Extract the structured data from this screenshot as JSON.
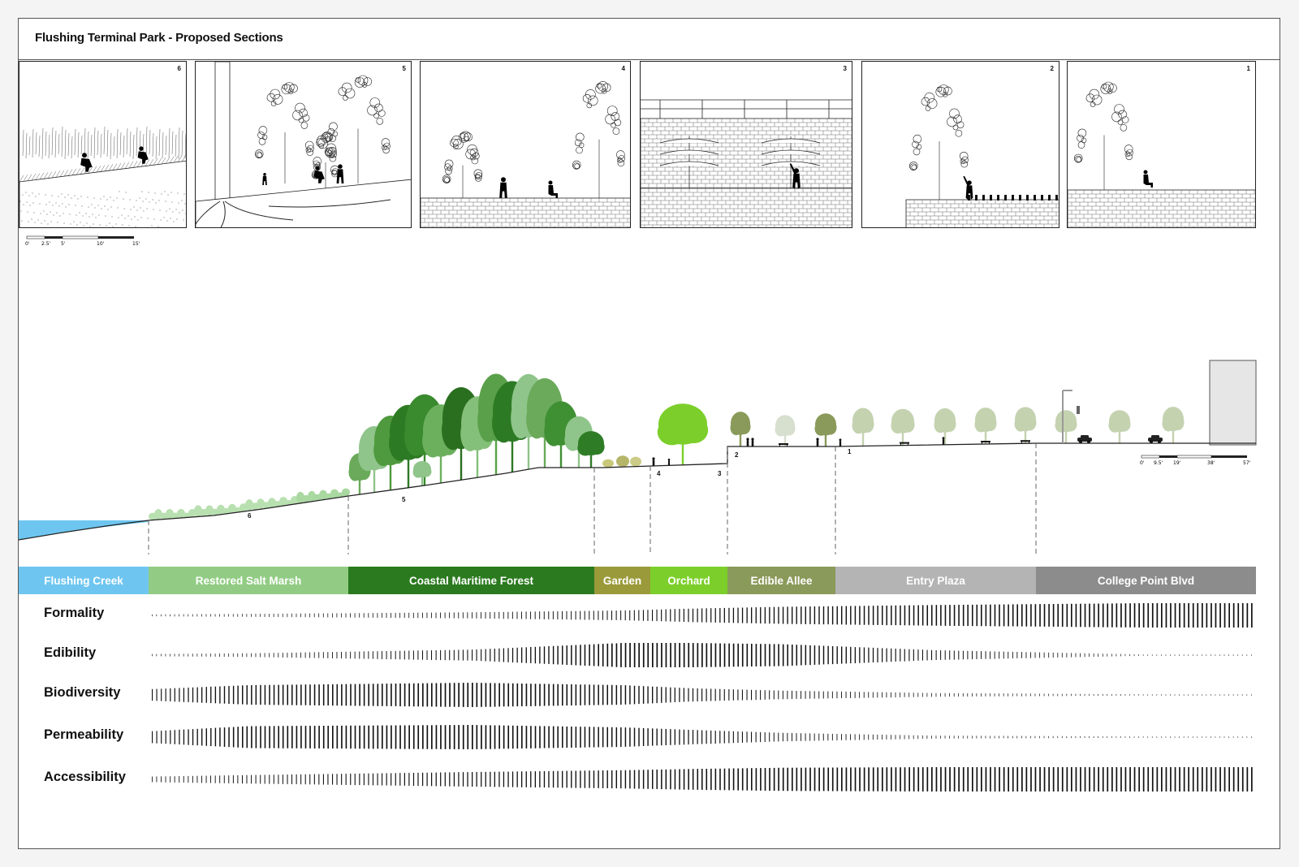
{
  "title": "Flushing Terminal Park - Proposed Sections",
  "panels": [
    {
      "number": "6",
      "scene": "salt-marsh"
    },
    {
      "number": "5",
      "scene": "forest"
    },
    {
      "number": "4",
      "scene": "garden"
    },
    {
      "number": "3",
      "scene": "orchard-wall"
    },
    {
      "number": "2",
      "scene": "edible-allee"
    },
    {
      "number": "1",
      "scene": "entry-plaza"
    }
  ],
  "small_scale": {
    "ticks": [
      "0'",
      "2.5'",
      "5'",
      "10'",
      "15'"
    ]
  },
  "large_scale": {
    "ticks": [
      "0'",
      "9.5'",
      "19'",
      "38'",
      "57'"
    ]
  },
  "section_markers": [
    "6",
    "5",
    "4",
    "3",
    "2",
    "1"
  ],
  "zones": [
    {
      "label": "Flushing Creek",
      "color": "#6ec6f0"
    },
    {
      "label": "Restored Salt Marsh",
      "color": "#92cc84"
    },
    {
      "label": "Coastal Maritime Forest",
      "color": "#2b7a1f"
    },
    {
      "label": "Garden",
      "color": "#9a9a3a"
    },
    {
      "label": "Orchard",
      "color": "#7ccf2a"
    },
    {
      "label": "Edible Allee",
      "color": "#8a9a5a"
    },
    {
      "label": "Entry Plaza",
      "color": "#b4b4b4"
    },
    {
      "label": "College Point Blvd",
      "color": "#8c8c8c"
    }
  ],
  "attributes": [
    {
      "label": "Formality",
      "profile": [
        0.05,
        0.12,
        0.25,
        0.4,
        0.55,
        0.7,
        0.85,
        1.0
      ]
    },
    {
      "label": "Edibility",
      "profile": [
        0.05,
        0.15,
        0.45,
        1.0,
        1.0,
        0.9,
        0.4,
        0.05
      ]
    },
    {
      "label": "Biodiversity",
      "profile": [
        0.25,
        0.8,
        1.0,
        0.8,
        0.55,
        0.35,
        0.15,
        0.05
      ]
    },
    {
      "label": "Permeability",
      "profile": [
        0.2,
        0.9,
        1.0,
        0.8,
        0.6,
        0.35,
        0.12,
        0.05
      ]
    },
    {
      "label": "Accessibility",
      "profile": [
        0.15,
        0.35,
        0.6,
        0.75,
        0.85,
        0.95,
        1.0,
        1.0
      ]
    }
  ],
  "colors": {
    "water": "#6ec6f0",
    "ground": "#222222",
    "building": "#e6e6e6"
  }
}
